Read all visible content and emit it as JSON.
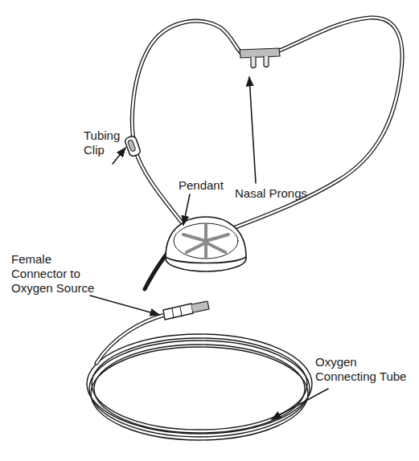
{
  "diagram": {
    "labels": [
      "Nasal Prongs",
      "Tubing Clip",
      "Pendant",
      "Female Connector to Oxygen Source",
      "Oxygen Connecting Tube"
    ]
  }
}
